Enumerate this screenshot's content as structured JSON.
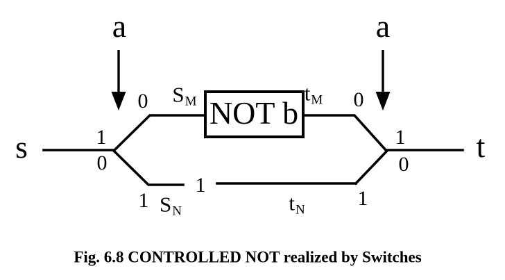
{
  "figure": {
    "caption": "Fig. 6.8 CONTROLLED NOT realized by Switches",
    "control_signal": {
      "left": "a",
      "right": "a"
    },
    "input_terminal": "s",
    "output_terminal": "t",
    "not_box": "NOT b",
    "switch_contacts": {
      "sM": {
        "base": "S",
        "sub": "M"
      },
      "tM": {
        "base": "t",
        "sub": "M"
      },
      "sN": {
        "base": "S",
        "sub": "N"
      },
      "tN": {
        "base": "t",
        "sub": "N"
      }
    },
    "contact_values": {
      "upper_left_zero": "0",
      "upper_right_zero": "0",
      "left_junction_one": "1",
      "left_junction_zero": "0",
      "right_junction_one": "1",
      "right_junction_zero": "0",
      "lower_left_one": "1",
      "lower_middle_one": "1",
      "lower_right_one": "1"
    },
    "colors": {
      "ink": "#000000",
      "background": "#ffffff"
    }
  }
}
